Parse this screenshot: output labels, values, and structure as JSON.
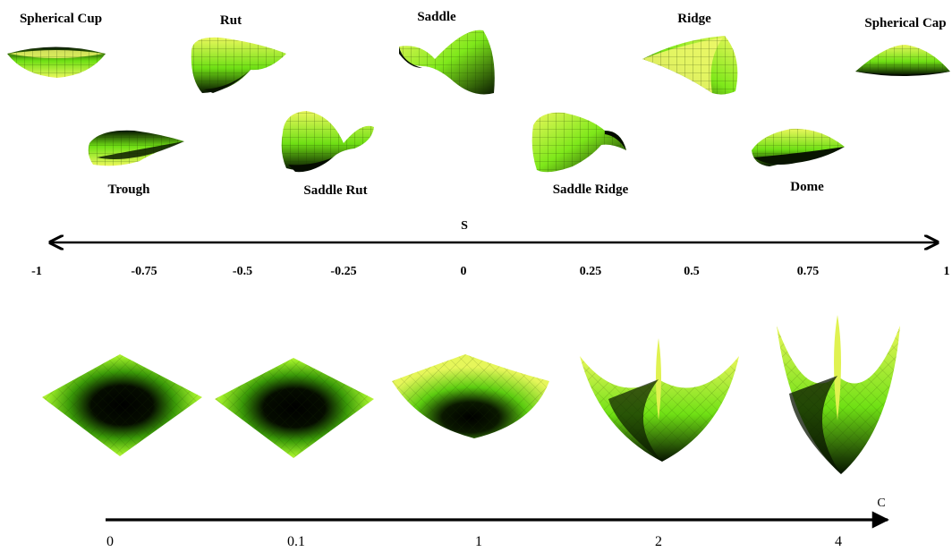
{
  "shapes": [
    {
      "id": "spherical-cup",
      "label": "Spherical Cup"
    },
    {
      "id": "rut",
      "label": "Rut"
    },
    {
      "id": "saddle",
      "label": "Saddle"
    },
    {
      "id": "ridge",
      "label": "Ridge"
    },
    {
      "id": "spherical-cap",
      "label": "Spherical Cap"
    },
    {
      "id": "trough",
      "label": "Trough"
    },
    {
      "id": "saddle-rut",
      "label": "Saddle Rut"
    },
    {
      "id": "saddle-ridge",
      "label": "Saddle Ridge"
    },
    {
      "id": "dome",
      "label": "Dome"
    }
  ],
  "s_axis": {
    "name": "S",
    "ticks": [
      "-1",
      "-0.75",
      "-0.5",
      "-0.25",
      "0",
      "0.25",
      "0.5",
      "0.75",
      "1"
    ]
  },
  "c_axis": {
    "name": "C",
    "ticks": [
      "0",
      "0.1",
      "1",
      "2",
      "4"
    ]
  },
  "colors": {
    "surface_light": "#e8f55a",
    "surface_mid": "#7ee81a",
    "surface_dark": "#0a1a00",
    "mesh": "#1c3a00",
    "arrow": "#000000"
  }
}
